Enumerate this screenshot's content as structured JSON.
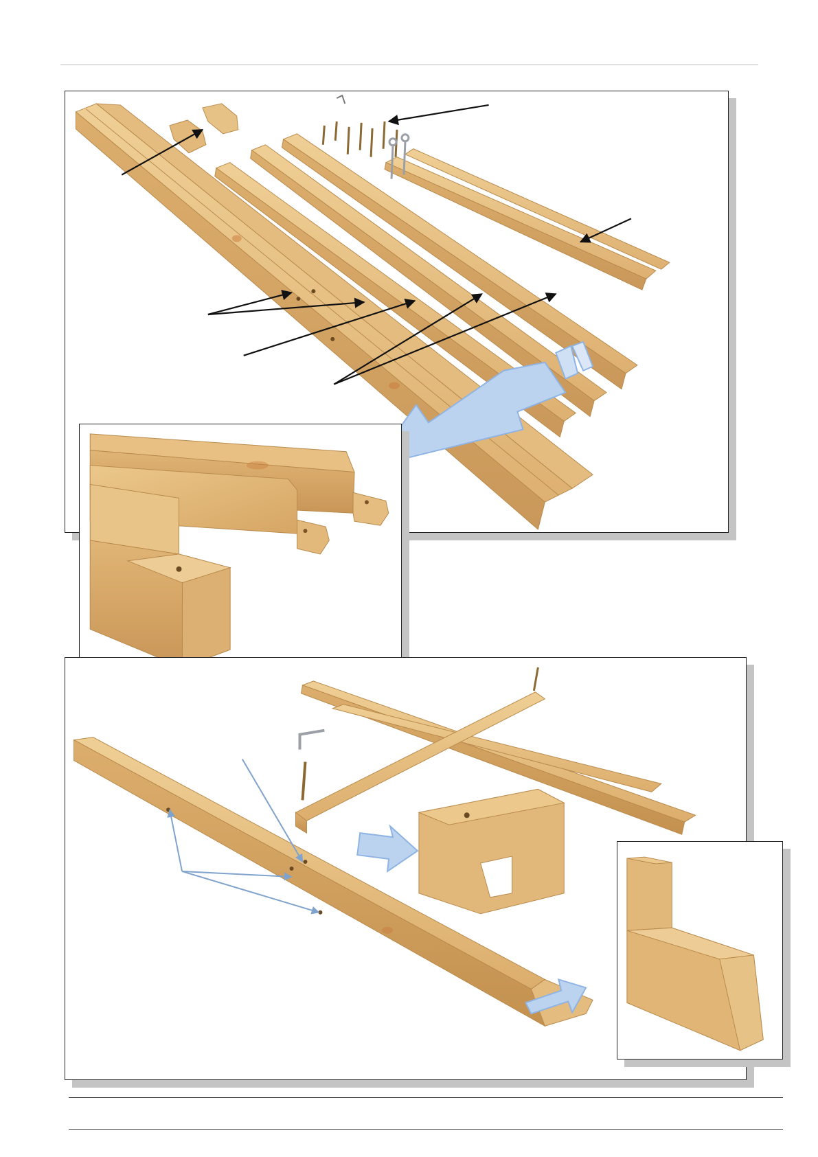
{
  "colors": {
    "wood_light": "#e8c183",
    "wood_mid": "#d8aa68",
    "wood_dark": "#b98a4c",
    "knot": "#c97a3a",
    "frame_border": "#222222",
    "frame_shadow": "#c4c4c4",
    "arrow_black": "#111111",
    "arrow_blue": "#8fb4e3",
    "leader_blue": "#7fa3cc",
    "metal": "#9aa0a6",
    "bolt_bronze": "#8a6a32"
  },
  "illustrations": {
    "top": {
      "icon": "exploded-timber-parts-illustration"
    },
    "detail_left": {
      "icon": "tenon-joint-closeup-illustration"
    },
    "bottom": {
      "icon": "assembled-beams-illustration"
    },
    "detail_right": {
      "icon": "beam-end-closeup-illustration"
    }
  }
}
